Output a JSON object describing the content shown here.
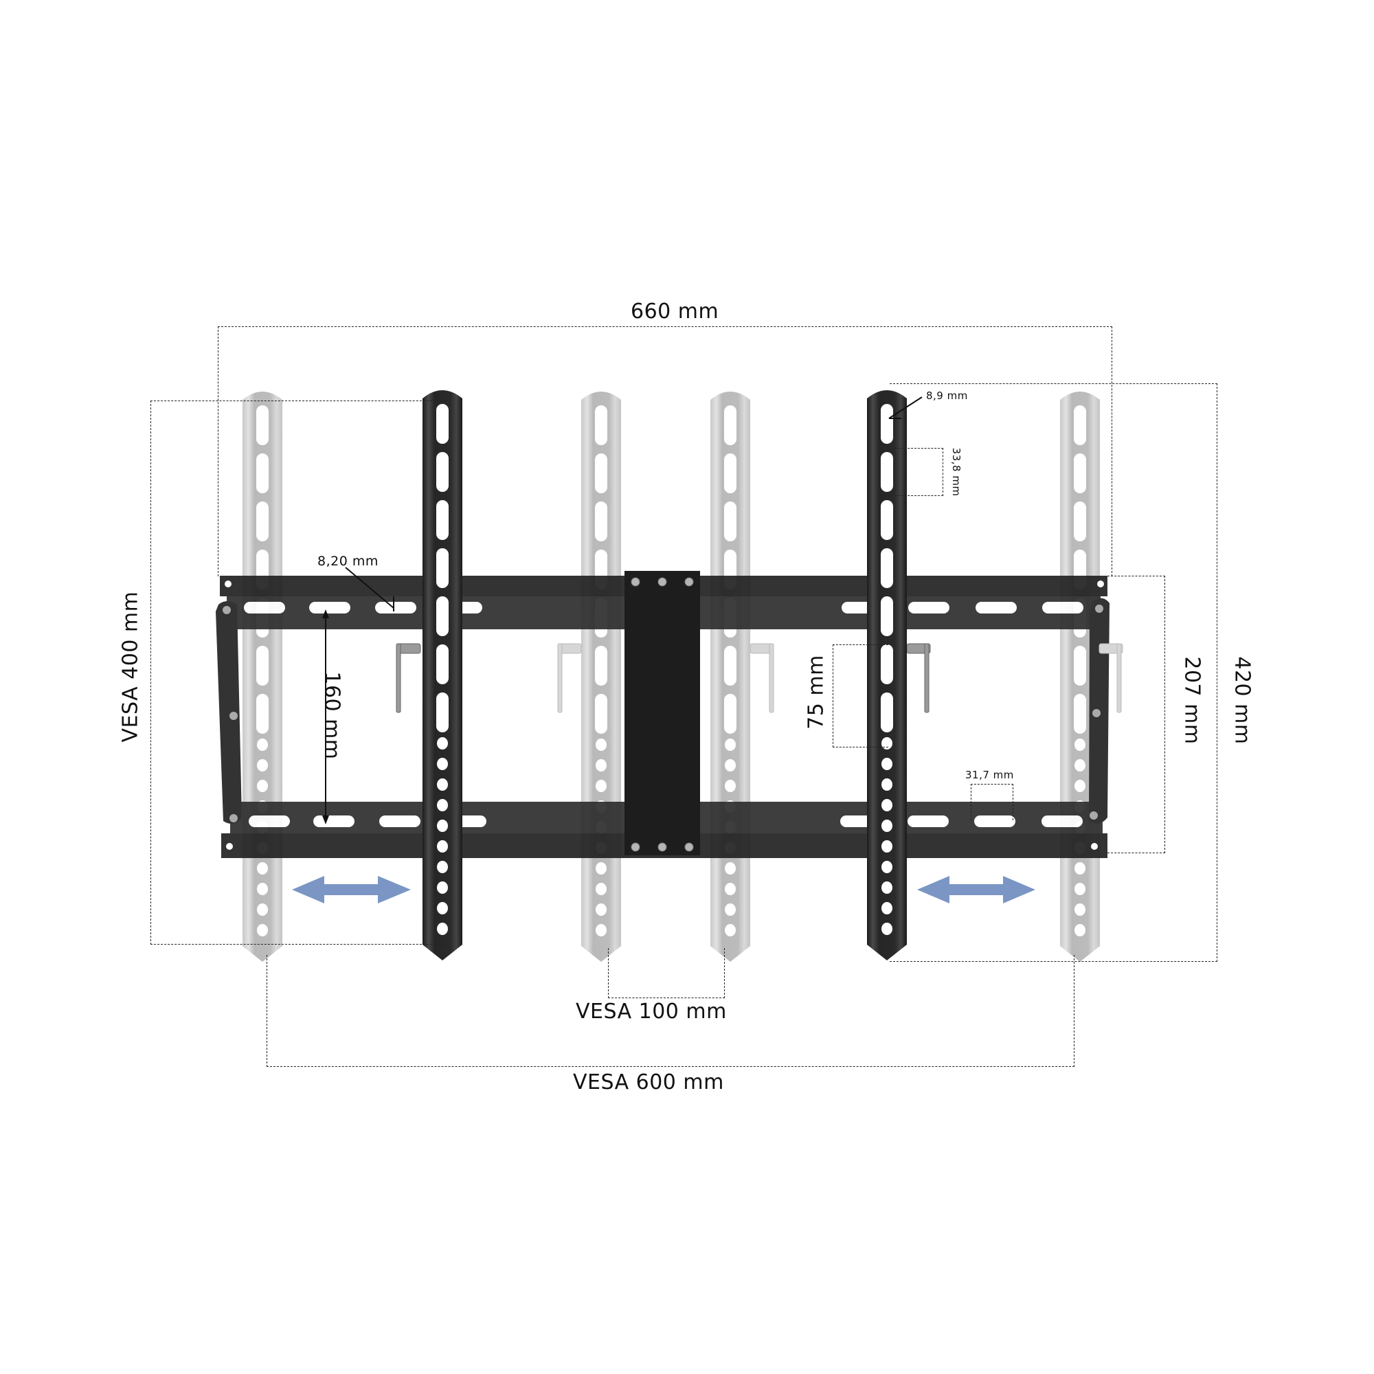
{
  "diagram": {
    "subject": "Tilting TV wall mount bracket with dimension annotations",
    "colors": {
      "steel_dark": "#2b2b2b",
      "steel_ghost": "#bdbdbd",
      "arrow": "#7b96c4",
      "dimension_line": "#222222",
      "background": "#ffffff"
    },
    "dimensions": {
      "overall_width": "660 mm",
      "overall_height": "420 mm",
      "rail_height": "207 mm",
      "vesa_horizontal_max": "VESA 600 mm",
      "vesa_horizontal_min": "VESA 100 mm",
      "vesa_vertical_max": "VESA 400 mm",
      "rail_slot_spacing": "160 mm",
      "arm_hole_offset": "75 mm",
      "slot_width": "8,20 mm",
      "arm_slot_width": "8,9 mm",
      "arm_slot_length": "33,8 mm",
      "rail_slot_length": "31,7 mm"
    },
    "arrows": [
      {
        "name": "left-arm-adjust",
        "direction": "horizontal-bidirectional"
      },
      {
        "name": "right-arm-adjust",
        "direction": "horizontal-bidirectional"
      }
    ]
  }
}
